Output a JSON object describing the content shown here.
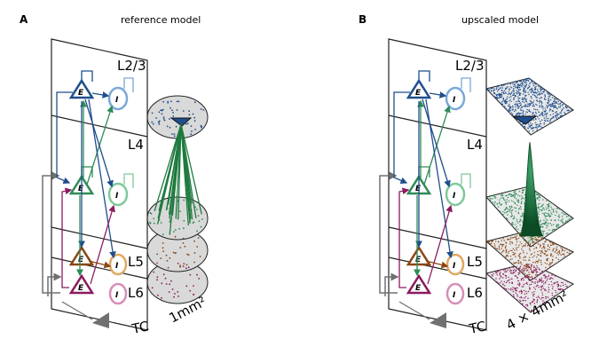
{
  "panels": [
    {
      "letter": "A",
      "title": "reference model",
      "layers": [
        "L2/3",
        "L4",
        "L5",
        "L6",
        "TC"
      ],
      "area": "1mm²",
      "cells": [
        "E",
        "I"
      ]
    },
    {
      "letter": "B",
      "title": "upscaled model",
      "layers": [
        "L2/3",
        "L4",
        "L5",
        "L6",
        "TC"
      ],
      "area": "4 × 4mm²",
      "cells": [
        "E",
        "I"
      ]
    }
  ],
  "colors": {
    "L23": "#1f4e8c",
    "L23_inh": "#7aa8d6",
    "L4": "#2e8b57",
    "L4_inh": "#7fc99a",
    "L5": "#8b4513",
    "L5_inh": "#e0a860",
    "L6": "#8b1a5e",
    "L6_inh": "#d68fb8",
    "tc": "#707070",
    "plane": "#d9d9d9",
    "connection": "#1f7a3e",
    "gauss": "#0d5c2e"
  }
}
